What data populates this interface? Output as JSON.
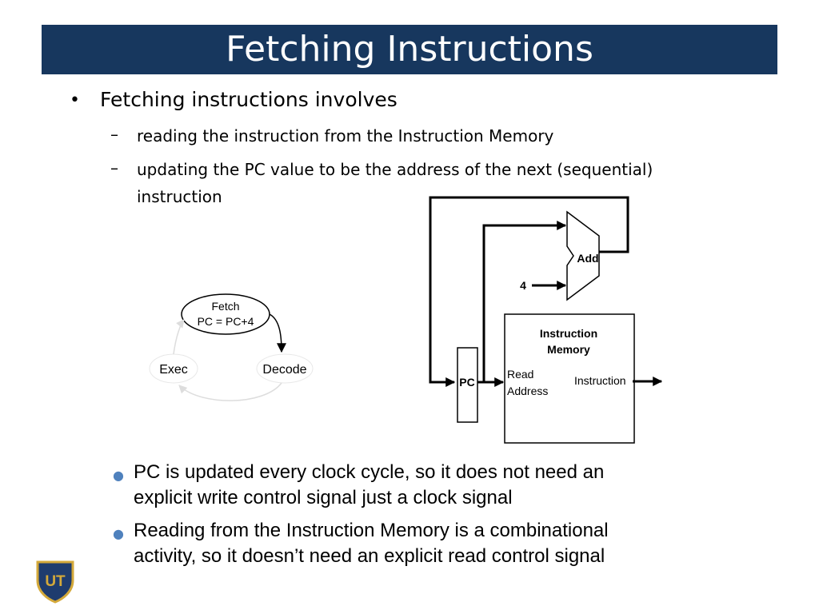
{
  "slide": {
    "title": "Fetching Instructions",
    "bullets": {
      "main": "Fetching instructions involves",
      "sub1": "reading the instruction from the Instruction Memory",
      "sub2_line1": "updating the PC value to be the address of the next (sequential)",
      "sub2_line2": "instruction"
    },
    "notes": [
      {
        "line1": "PC is updated every clock cycle, so it does not need an",
        "line2": "explicit write control signal just a clock signal"
      },
      {
        "line1": "Reading from the Instruction Memory is a combinational",
        "line2": "activity, so it doesn’t need an explicit read control signal"
      }
    ]
  },
  "cycle": {
    "fetch_line1": "Fetch",
    "fetch_line2": "PC = PC+4",
    "exec": "Exec",
    "decode": "Decode"
  },
  "datapath": {
    "add": "Add",
    "four": "4",
    "pc": "PC",
    "im_line1": "Instruction",
    "im_line2": "Memory",
    "read_line1": "Read",
    "read_line2": "Address",
    "instruction_out": "Instruction"
  },
  "logo": {
    "text": "UT"
  },
  "colors": {
    "title_bg": "#17375e",
    "bullet_blue": "#4f81bd",
    "logo_blue": "#1f3c6e",
    "logo_gold": "#d4a93a"
  }
}
